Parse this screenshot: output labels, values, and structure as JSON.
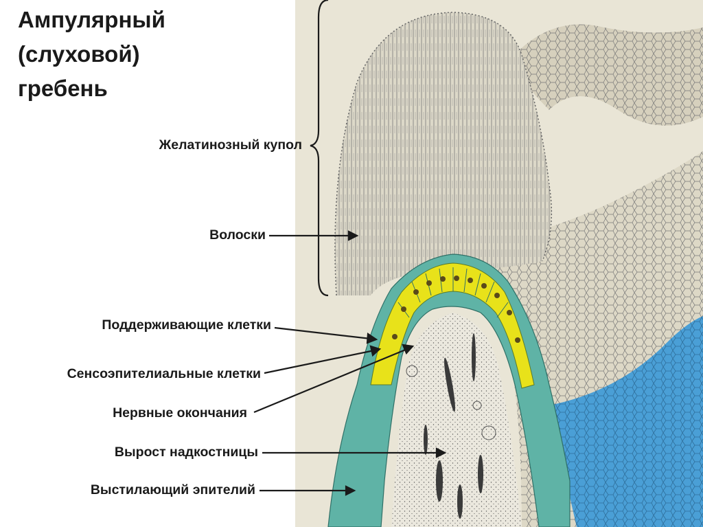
{
  "title_lines": [
    "Ампулярный",
    "(слуховой)",
    "гребень"
  ],
  "labels": {
    "cupula": "Желатинозный купол",
    "hairs": "Волоски",
    "supporting_cells": "Поддерживающие клетки",
    "sensory_cells": "Сенсоэпителиальные клетки",
    "nerve_endings": "Нервные окончания",
    "periosteum": "Вырост надкостницы",
    "lining_epithelium": "Выстилающий эпителий"
  },
  "colors": {
    "paper": "#e9e5d6",
    "lining_epithelium": "#5fb3a6",
    "sensory_cells": "#e8e21a",
    "outer_tissue": "#4a9fd6",
    "ink": "#1a1a1a"
  }
}
